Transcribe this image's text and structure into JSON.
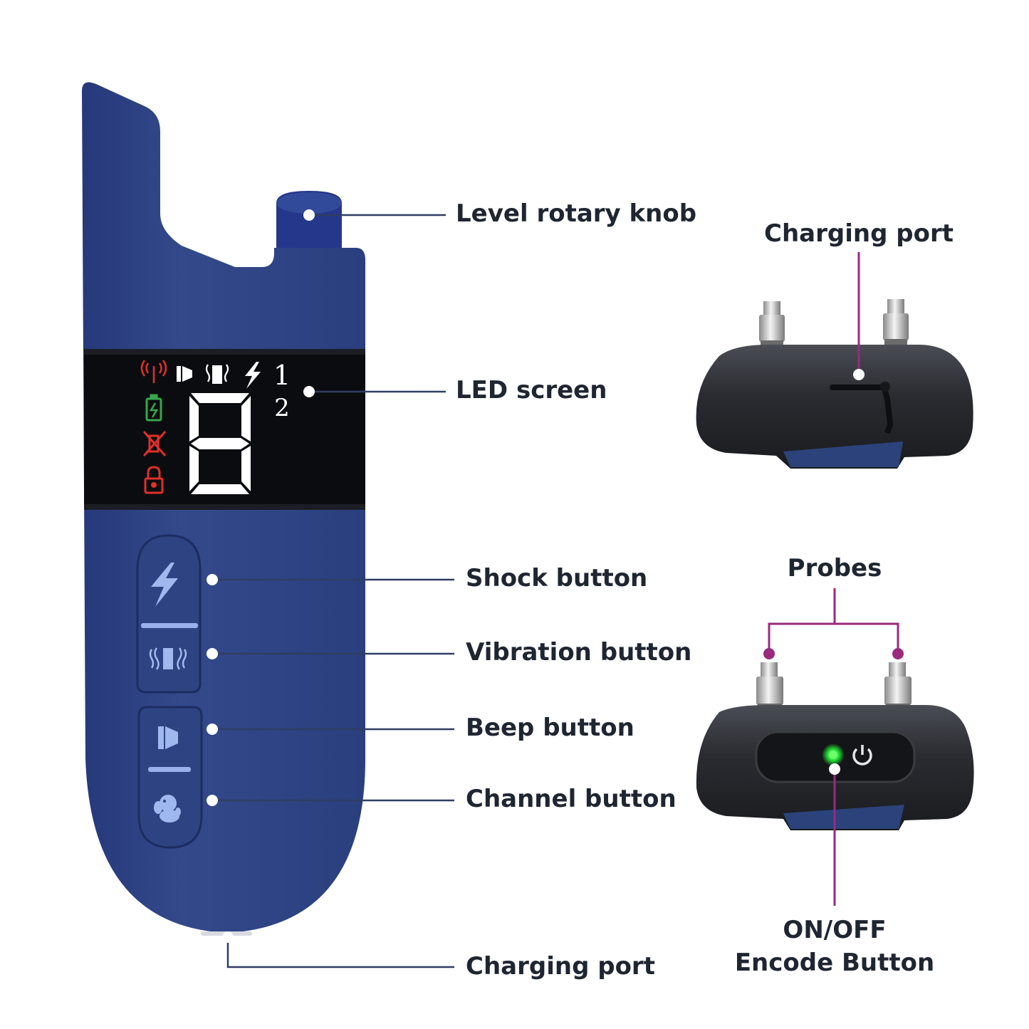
{
  "labels": {
    "rotary_knob": "Level rotary knob",
    "led_screen": "LED screen",
    "shock_button": "Shock button",
    "vibration_button": "Vibration button",
    "beep_button": "Beep button",
    "channel_button": "Channel button",
    "charging_port_remote": "Charging port",
    "charging_port_collar": "Charging port",
    "probes": "Probes",
    "onoff_line1": "ON/OFF",
    "onoff_line2": "Encode Button"
  },
  "screen": {
    "digit": "8",
    "channel_1": "1",
    "channel_2": "2"
  },
  "icons": {
    "signal": "signal-antenna-icon",
    "battery": "battery-charging-icon",
    "no_vibrate": "vibration-off-icon",
    "lock": "lock-icon",
    "beep": "speaker-icon",
    "vibration": "vibration-icon",
    "shock": "lightning-icon",
    "channel": "dog-icon",
    "power": "power-icon"
  },
  "colors": {
    "remote_body": "#2e4480",
    "leader_line": "#2f3e63",
    "collar_leader": "#9a2a7e",
    "screen_icon_red": "#e0302b",
    "screen_icon_green": "#35a84a",
    "led_green": "#22dd33"
  }
}
